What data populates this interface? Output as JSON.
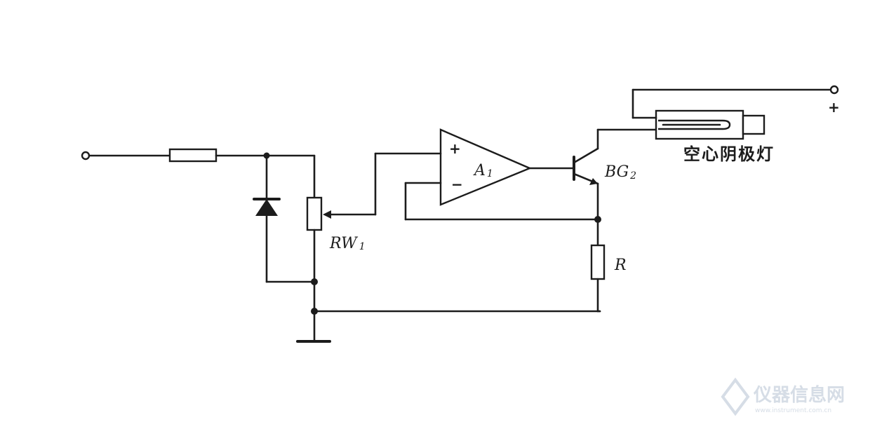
{
  "labels": {
    "potentiometer": {
      "main": "RW",
      "sub": "1"
    },
    "opamp": {
      "main": "A",
      "sub": "1"
    },
    "opamp_plus": "+",
    "opamp_minus": "−",
    "transistor": {
      "main": "BG",
      "sub": "2"
    },
    "resistor_r": "R",
    "supply_plus": "+",
    "lamp": "空心阴极灯"
  },
  "watermark": {
    "text": "仪器信息网",
    "url": "www.instrument.com.cn"
  },
  "colors": {
    "ink": "#1c1c1c",
    "background": "#ffffff",
    "watermark": "#d6dde6"
  }
}
